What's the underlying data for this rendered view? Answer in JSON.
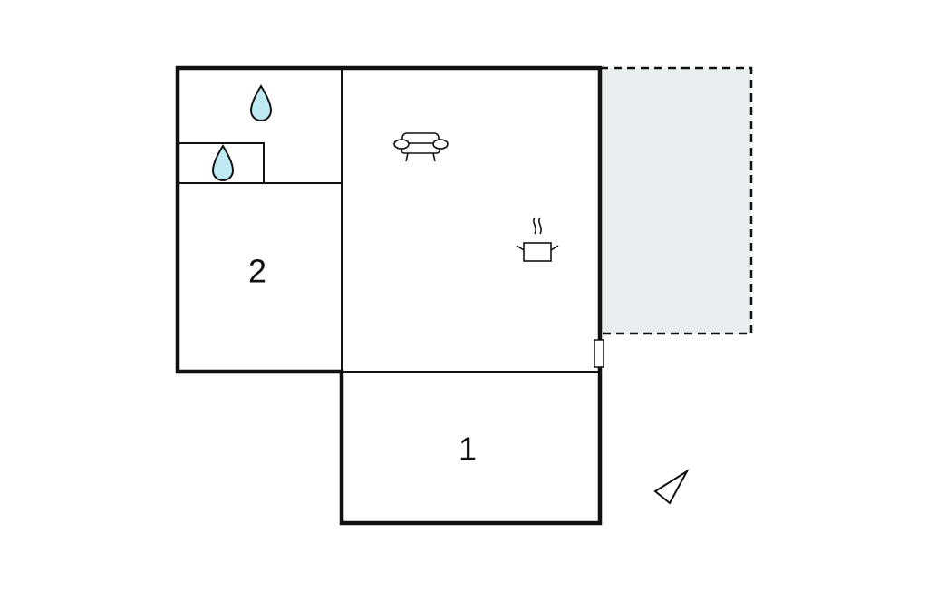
{
  "rooms": [
    {
      "id": "bedroom-1",
      "label": "1"
    },
    {
      "id": "bedroom-2",
      "label": "2"
    }
  ],
  "icons": {
    "bathroom_primary": "water-drop-icon",
    "bathroom_secondary": "water-drop-icon",
    "living_area": "sofa-icon",
    "kitchen": "cooking-pot-icon",
    "orientation": "north-arrow-icon"
  },
  "colors": {
    "wall": "#111111",
    "water": "#bfe9f3",
    "terrace_fill": "#eaeeee",
    "background": "#ffffff"
  }
}
